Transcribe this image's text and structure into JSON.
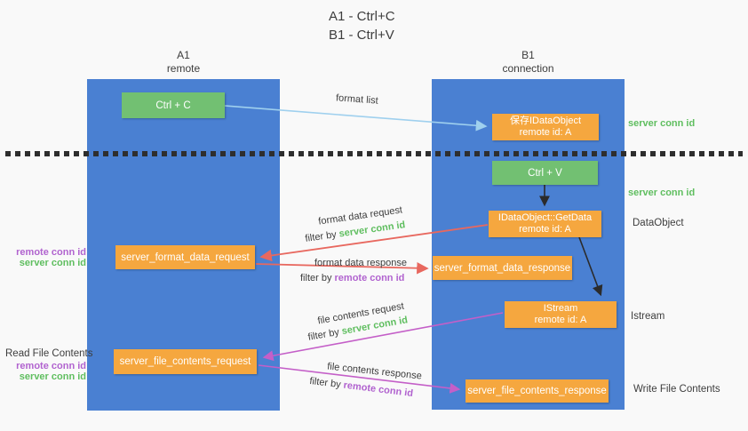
{
  "title": {
    "line1": "A1 - Ctrl+C",
    "line2": "B1 - Ctrl+V"
  },
  "lanes": {
    "left": {
      "id": "A1",
      "name": "remote"
    },
    "right": {
      "id": "B1",
      "name": "connection"
    }
  },
  "nodes": {
    "ctrl_c": {
      "label": "Ctrl + C"
    },
    "save_dataobject": {
      "label": "保存IDataObject",
      "sublabel": "remote id: A"
    },
    "ctrl_v": {
      "label": "Ctrl + V"
    },
    "getdata": {
      "label": "IDataObject::GetData",
      "sublabel": "remote id: A"
    },
    "format_request": {
      "label": "server_format_data_request"
    },
    "format_response": {
      "label": "server_format_data_response"
    },
    "istream": {
      "label": "IStream",
      "sublabel": "remote id: A"
    },
    "file_request": {
      "label": "server_file_contents_request"
    },
    "file_response": {
      "label": "server_file_contents_response"
    }
  },
  "edges": {
    "format_list": {
      "label": "format list"
    },
    "format_request": {
      "label": "format data request",
      "filter_prefix": "filter by ",
      "filter_key": "server conn id"
    },
    "format_response": {
      "label": "format data response",
      "filter_prefix": "filter by ",
      "filter_key": "remote conn id"
    },
    "file_request": {
      "label": "file contents request",
      "filter_prefix": "filter by ",
      "filter_key": "server conn id"
    },
    "file_response": {
      "label": "file contents response",
      "filter_prefix": "filter by ",
      "filter_key": "remote conn id"
    }
  },
  "annotations": {
    "server_conn_id_top": "server conn id",
    "server_conn_id_mid": "server conn id",
    "dataobject": "DataObject",
    "istream": "Istream",
    "write_file_contents": "Write File Contents",
    "read_file_contents": "Read File Contents",
    "remote_conn_id_1": "remote conn id",
    "server_conn_id_1": "server conn id",
    "remote_conn_id_2": "remote conn id",
    "server_conn_id_2": "server conn id"
  },
  "colors": {
    "lane_blue": "#4a80d2",
    "node_orange": "#f5a73f",
    "node_green": "#72c072",
    "text_green": "#5fbe5f",
    "text_purple": "#b163cf",
    "arrow_red": "#e8685f",
    "arrow_magenta": "#c45fc8",
    "arrow_light_blue": "#9fd0ee",
    "arrow_black": "#2b2b2b",
    "background": "#f9f9f9"
  }
}
